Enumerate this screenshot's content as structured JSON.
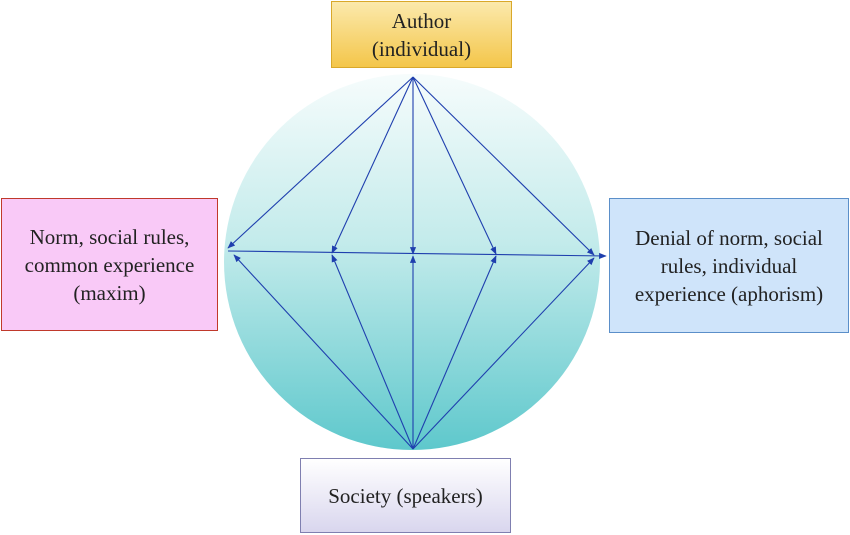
{
  "nodes": {
    "author": "Author\n(individual)",
    "norm": "Norm, social rules,\ncommon experience\n(maxim)",
    "denial": "Denial of norm, social\nrules, individual\nexperience (aphorism)",
    "society": "Society (speakers)"
  },
  "colors": {
    "circle_top": "#f4fbfb",
    "circle_bottom": "#5ec8cc",
    "arrow": "#1f3fae",
    "author_fill": "#f4c64a",
    "norm_fill": "#f9c9f7",
    "norm_border": "#c0392b",
    "denial_fill": "#cfe4fa",
    "society_fill": "#d9d6ee"
  }
}
